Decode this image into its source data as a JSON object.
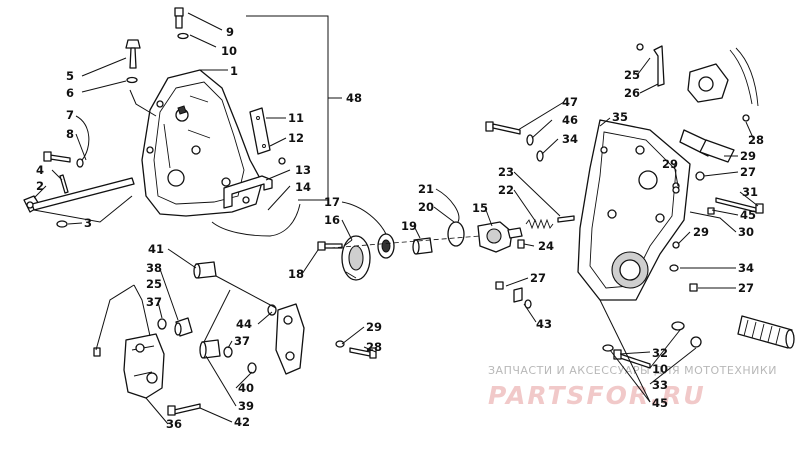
{
  "watermark": {
    "line1": "ЗАПЧАСТИ И АКСЕССУАРЫ ДЛЯ МОТОТЕХНИКИ",
    "line2": "PARTSFOR.RU"
  },
  "callouts": [
    "1",
    "2",
    "3",
    "4",
    "5",
    "6",
    "7",
    "8",
    "9",
    "10",
    "11",
    "12",
    "13",
    "14",
    "15",
    "16",
    "17",
    "18",
    "19",
    "20",
    "21",
    "22",
    "23",
    "24",
    "25",
    "26",
    "27",
    "28",
    "29",
    "30",
    "31",
    "32",
    "33",
    "34",
    "35",
    "36",
    "37",
    "38",
    "39",
    "40",
    "41",
    "42",
    "43",
    "44",
    "45",
    "46",
    "47",
    "48"
  ],
  "labels": {
    "l1": "1",
    "l2": "2",
    "l3": "3",
    "l4": "4",
    "l5": "5",
    "l6": "6",
    "l7": "7",
    "l8": "8",
    "l9": "9",
    "l10a": "10",
    "l11": "11",
    "l12": "12",
    "l13": "13",
    "l14": "14",
    "l48": "48",
    "l15": "15",
    "l16": "16",
    "l17": "17",
    "l18": "18",
    "l19": "19",
    "l20": "20",
    "l21": "21",
    "l22": "22",
    "l23": "23",
    "l24": "24",
    "l25a": "25",
    "l26": "26",
    "l28a": "28",
    "l29a": "29",
    "l27a": "27",
    "l31": "31",
    "l45a": "45",
    "l29b": "29",
    "l30": "30",
    "l34a": "34",
    "l27b": "27",
    "l47": "47",
    "l46": "46",
    "l34b": "34",
    "l35": "35",
    "l29c": "29",
    "l27c": "27",
    "l43": "43",
    "l32": "32",
    "l10b": "10",
    "l33": "33",
    "l45b": "45",
    "l41": "41",
    "l38": "38",
    "l25b": "25",
    "l37a": "37",
    "l44": "44",
    "l29d": "29",
    "l28b": "28",
    "l37b": "37",
    "l40": "40",
    "l39": "39",
    "l36": "36",
    "l42": "42"
  }
}
